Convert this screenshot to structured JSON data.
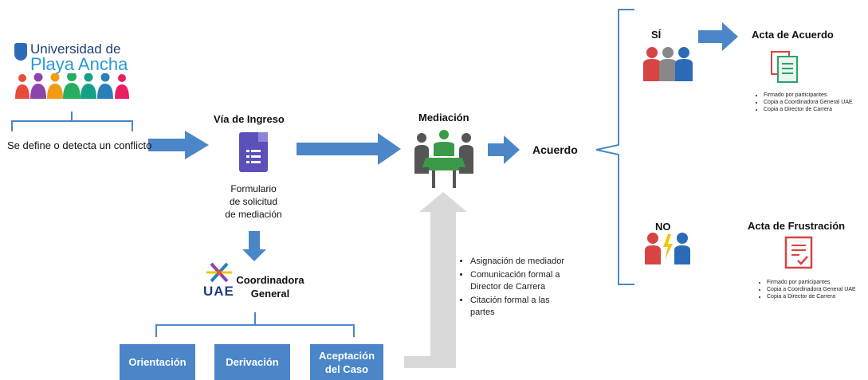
{
  "colors": {
    "arrow": "#4a86c8",
    "box": "#4a86c8",
    "form_icon": "#5b4fb9",
    "grey_arrow": "#d9d9d9",
    "red_icon": "#d84343"
  },
  "logo": {
    "line1": "Universidad de",
    "line2": "Playa Ancha"
  },
  "start_label": "Se define o detecta un conflicto",
  "ingreso": {
    "title": "Vía de Ingreso",
    "form_label_lines": [
      "Formulario",
      "de solicitud",
      "de mediación"
    ]
  },
  "coordinadora": {
    "title_lines": [
      "Coordinadora",
      "General"
    ],
    "uae_logo": "UAE"
  },
  "boxes": [
    {
      "label": "Orientación"
    },
    {
      "label": "Derivación"
    },
    {
      "label": "Aceptación del Caso"
    }
  ],
  "mediacion": {
    "title": "Mediación",
    "bullets": [
      "Asignación de mediador",
      "Comunicación formal a Director de Carrera",
      "Citación formal a las partes"
    ]
  },
  "acuerdo_label": "Acuerdo",
  "si": {
    "label": "SÍ",
    "title": "Acta de Acuerdo",
    "bullets": [
      "Firmado  por participantes",
      "Copia a Coordinadora General  UAE",
      "Copia a Director  de Carrera"
    ]
  },
  "no": {
    "label": "NO",
    "title": "Acta de Frustración",
    "bullets": [
      "Firmado  por participantes",
      "Copia a Coordinadora  General  UAE",
      "Copia a Director  de Carrera"
    ]
  }
}
